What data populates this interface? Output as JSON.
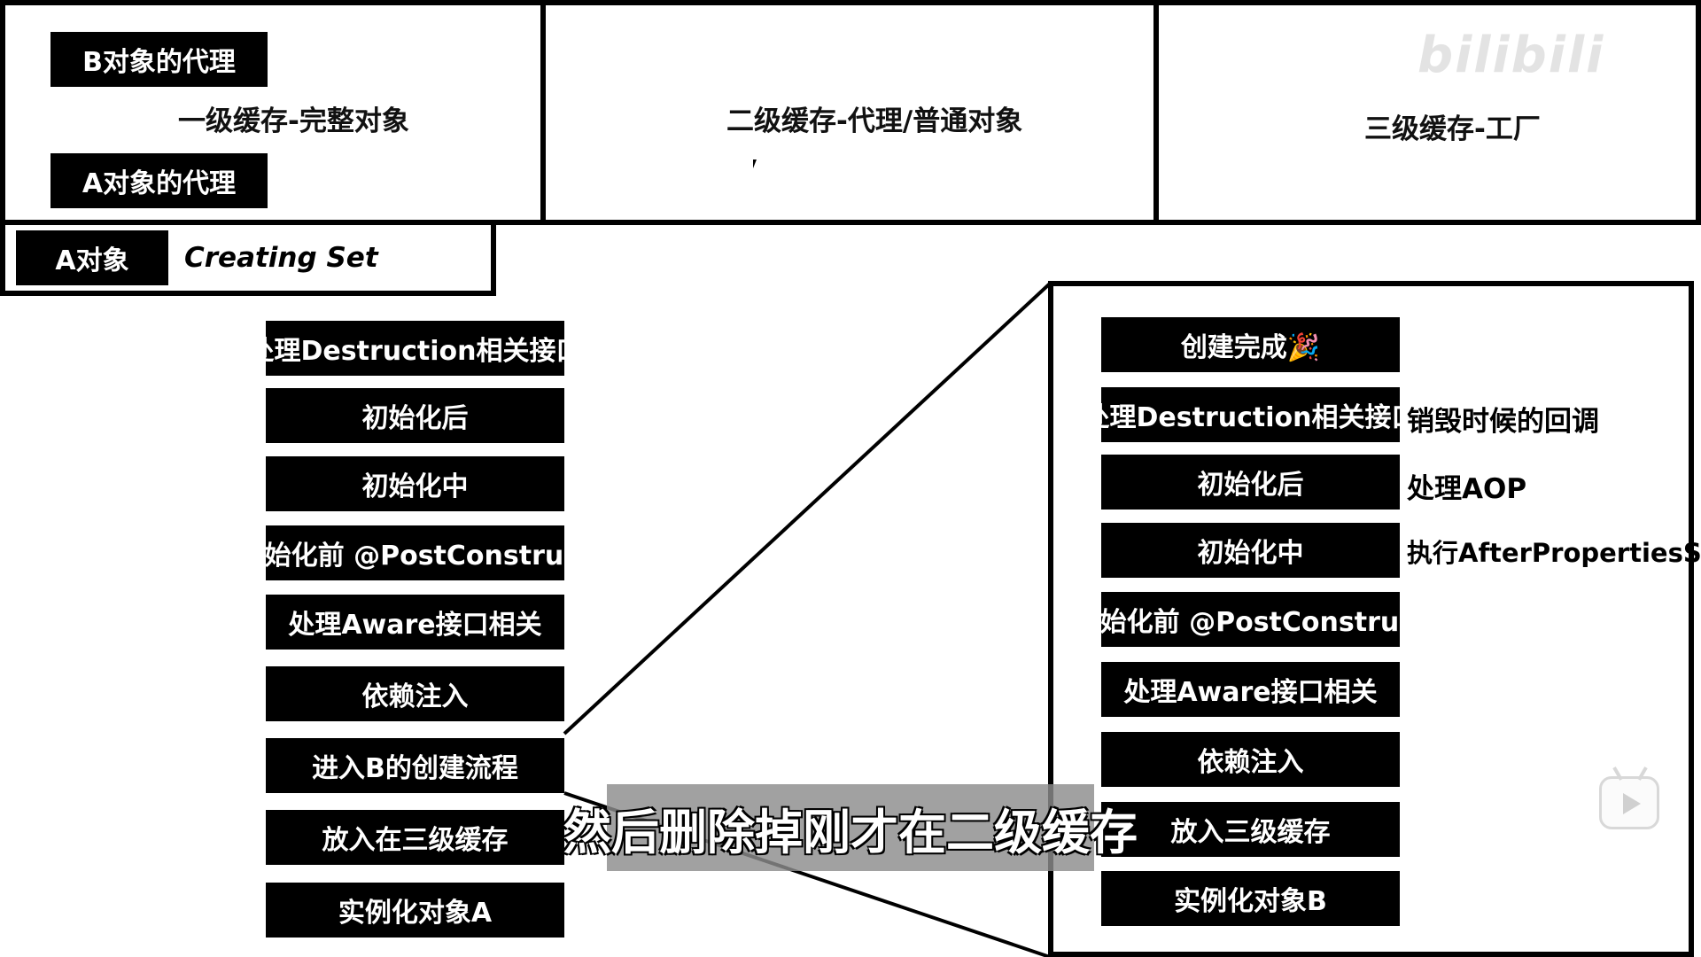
{
  "cache_level_1": {
    "label": "一级缓存-完整对象",
    "items": [
      "B对象的代理",
      "A对象的代理"
    ]
  },
  "cache_level_2": {
    "label": "二级缓存-代理/普通对象"
  },
  "cache_level_3": {
    "label": "三级缓存-工厂"
  },
  "creating_set": {
    "item": "A对象",
    "label": "Creating Set"
  },
  "flow_a": {
    "steps": [
      "处理Destruction相关接口",
      "初始化后",
      "初始化中",
      "初始化前 @PostConstruct",
      "处理Aware接口相关",
      "依赖注入",
      "进入B的创建流程",
      "放入在三级缓存",
      "实例化对象A"
    ]
  },
  "flow_b": {
    "steps": [
      "创建完成🎉",
      "处理Destruction相关接口",
      "初始化后",
      "初始化中",
      "初始化前 @PostConstruct",
      "处理Aware接口相关",
      "依赖注入",
      "放入三级缓存",
      "实例化对象B"
    ],
    "notes": [
      "销毁时候的回调",
      "处理AOP",
      "执行AfterPropertiesSet方法"
    ]
  },
  "subtitle": "然后删除掉刚才在二级缓存",
  "watermark": "bilibili",
  "icons": {
    "play": "tv-play-icon",
    "cursor": "mouse-cursor-icon"
  }
}
